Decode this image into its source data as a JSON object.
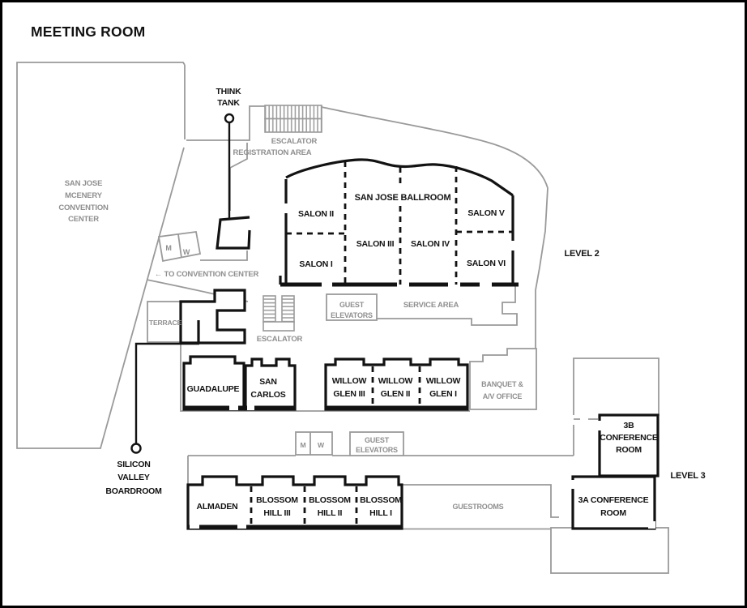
{
  "title": "MEETING ROOM",
  "levels": {
    "level_2": "LEVEL 2",
    "level_3": "LEVEL 3"
  },
  "colors": {
    "wall": "#121212",
    "outline": "#9a9a9a",
    "label_gray": "#8f8f8f",
    "background": "#ffffff"
  },
  "rooms": {
    "think_tank": [
      "THINK",
      "TANK"
    ],
    "san_jose_ballroom": "SAN JOSE BALLROOM",
    "salon_i": "SALON I",
    "salon_ii": "SALON II",
    "salon_iii": "SALON III",
    "salon_iv": "SALON IV",
    "salon_v": "SALON V",
    "salon_vi": "SALON VI",
    "guadalupe": "GUADALUPE",
    "san_carlos": [
      "SAN",
      "CARLOS"
    ],
    "willow_glen_iii": [
      "WILLOW",
      "GLEN III"
    ],
    "willow_glen_ii": [
      "WILLOW",
      "GLEN II"
    ],
    "willow_glen_i": [
      "WILLOW",
      "GLEN I"
    ],
    "silicon_valley_boardroom": [
      "SILICON",
      "VALLEY",
      "BOARDROOM"
    ],
    "almaden": "ALMADEN",
    "blossom_hill_iii": [
      "BLOSSOM",
      "HILL III"
    ],
    "blossom_hill_ii": [
      "BLOSSOM",
      "HILL II"
    ],
    "blossom_hill_i": [
      "BLOSSOM",
      "HILL I"
    ],
    "conference_3b": [
      "3B",
      "CONFERENCE",
      "ROOM"
    ],
    "conference_3a": [
      "3A CONFERENCE",
      "ROOM"
    ]
  },
  "facilities": {
    "escalator_upper": "ESCALATOR",
    "registration_area": "REGISTRATION AREA",
    "convention_center": [
      "SAN JOSE",
      "MCENERY",
      "CONVENTION",
      "CENTER"
    ],
    "restrooms_l2": {
      "m": "M",
      "w": "W"
    },
    "to_convention_center": "← TO CONVENTION CENTER",
    "terrace": "TERRACE",
    "escalator_lower": "ESCALATOR",
    "guest_elevators_l2": [
      "GUEST",
      "ELEVATORS"
    ],
    "service_area": "SERVICE AREA",
    "banquet_av_office": [
      "BANQUET &",
      "A/V OFFICE"
    ],
    "restrooms_l3": {
      "m": "M",
      "w": "W"
    },
    "guest_elevators_l3": [
      "GUEST",
      "ELEVATORS"
    ],
    "guestrooms": "GUESTROOMS"
  }
}
